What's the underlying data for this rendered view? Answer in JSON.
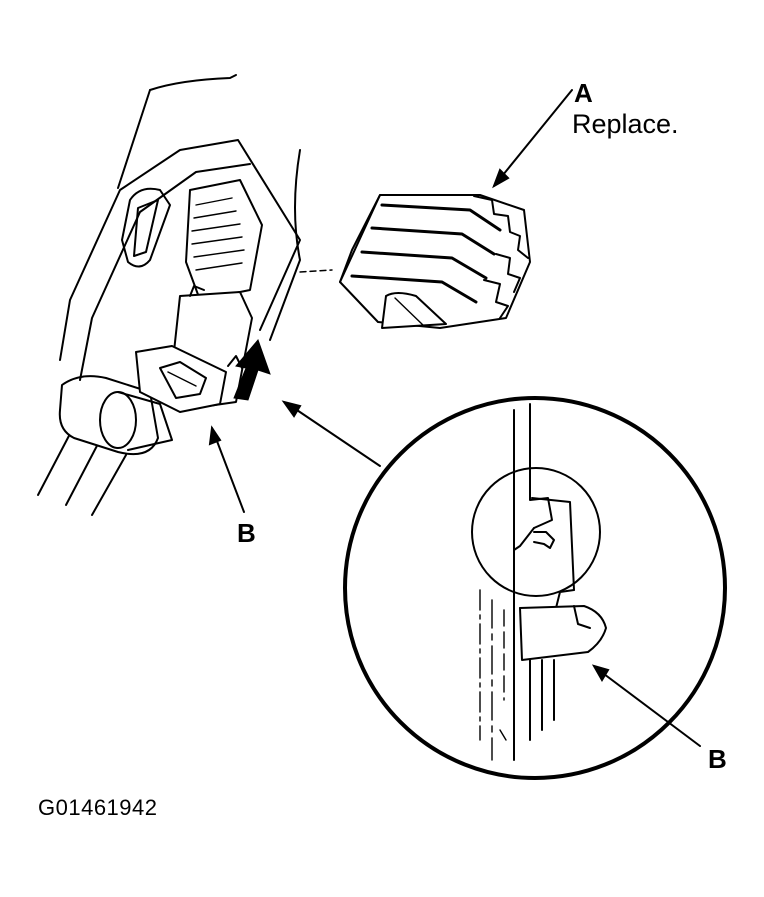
{
  "callouts": {
    "a_letter": "A",
    "a_note": "Replace.",
    "b_main_letter": "B",
    "b_detail_letter": "B"
  },
  "figure_id": "G01461942"
}
